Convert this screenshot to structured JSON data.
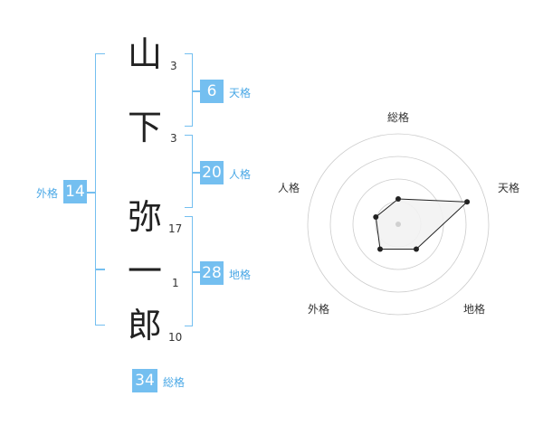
{
  "name": {
    "chars": [
      {
        "char": "山",
        "strokes": "3"
      },
      {
        "char": "下",
        "strokes": "3"
      },
      {
        "char": "弥",
        "strokes": "17"
      },
      {
        "char": "一",
        "strokes": "1"
      },
      {
        "char": "郎",
        "strokes": "10"
      }
    ]
  },
  "kakusu": {
    "tenkaku": {
      "value": "6",
      "label": "天格"
    },
    "jinkaku": {
      "value": "20",
      "label": "人格"
    },
    "chikaku": {
      "value": "28",
      "label": "地格"
    },
    "gaikaku": {
      "value": "14",
      "label": "外格"
    },
    "soukaku": {
      "value": "34",
      "label": "総格"
    }
  },
  "chart_data": {
    "type": "radar",
    "axes": [
      "総格",
      "天格",
      "地格",
      "外格",
      "人格"
    ],
    "values": [
      1.4,
      4.0,
      1.7,
      1.7,
      1.3
    ],
    "rmax": 5,
    "rings": 4,
    "fill_color": "#f2f2f2",
    "line_color": "#222222",
    "grid_color": "#cccccc"
  },
  "colors": {
    "accent": "#74bff0",
    "label": "#4aa8e6"
  }
}
